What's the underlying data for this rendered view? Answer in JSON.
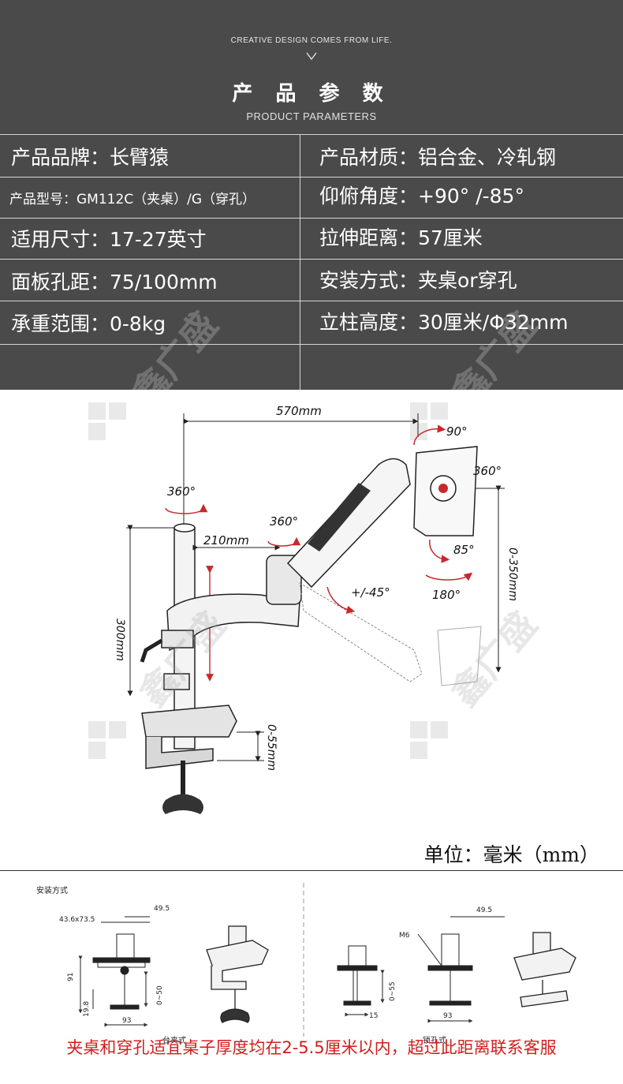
{
  "header": {
    "tagline": "CREATIVE DESIGN COMES FROM LIFE.",
    "title_cn": "产 品 参 数",
    "title_en": "PRODUCT PARAMETERS"
  },
  "params": {
    "left": [
      "产品品牌：长臂猿",
      "产品型号：GM112C（夹桌）/G（穿孔）",
      "适用尺寸：17-27英寸",
      "面板孔距：75/100mm",
      "承重范围：0-8kg"
    ],
    "right": [
      "产品材质：铝合金、冷轧钢",
      "仰俯角度：+90° /-85°",
      "拉伸距离：57厘米",
      "安装方式：夹桌or穿孔",
      "立柱高度：30厘米/Φ32mm"
    ]
  },
  "diagram": {
    "dim_570": "570mm",
    "dim_210": "210mm",
    "dim_300": "300mm",
    "dim_0_55": "0-55mm",
    "dim_0_350": "0-350mm",
    "rot_360_pole": "360°",
    "rot_360_joint": "360°",
    "rot_360_head": "360°",
    "tilt_90": "90°",
    "tilt_85": "85°",
    "rot_180": "180°",
    "arm_45": "+/-45°"
  },
  "unit_label": "单位：毫米（mm）",
  "install": {
    "section_title": "安装方式",
    "clamp_label": "台夹式",
    "grommet_label": "锁孔式",
    "clamp_dims": {
      "d1": "43.6x73.5",
      "d2": "49.5",
      "d3": "91",
      "d4": "19.8",
      "d5": "0~50",
      "d6": "93"
    },
    "grommet_dims": {
      "m6": "M6",
      "d2": "49.5",
      "d3": "0~55",
      "d4": "15",
      "d5": "93"
    }
  },
  "footer_note": "夹桌和穿孔适宜桌子厚度均在2-5.5厘米以内，超过此距离联系客服",
  "watermark": "鑫广盛",
  "colors": {
    "header_bg": "#4a4a4a",
    "footer_red": "#d21e1e",
    "rotation_red": "#c8282d"
  }
}
